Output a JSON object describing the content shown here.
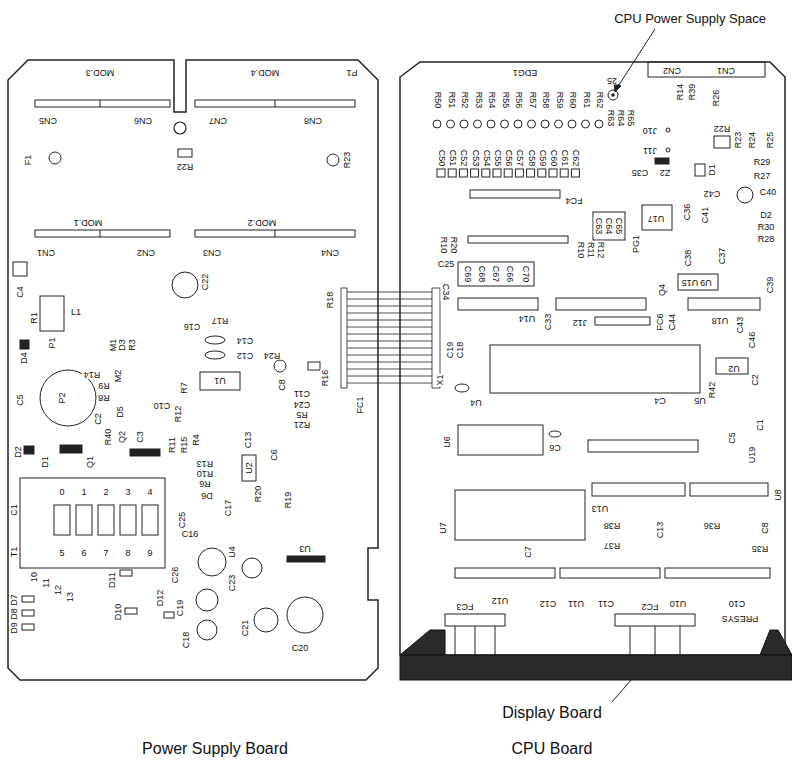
{
  "diagram": {
    "nodes": [
      {
        "text": [
          "Power Supply Board"
        ]
      },
      {
        "text": [
          "Display Board"
        ]
      },
      {
        "text": [
          "CPU Board"
        ]
      }
    ],
    "edges": [
      {
        "from": 0,
        "to": 2,
        "arrow": "none",
        "label": "FC1"
      }
    ],
    "labels": [
      "MOD.3",
      "MOD.4",
      "P1",
      "CN5",
      "CN6",
      "CN7",
      "CN8",
      "F1",
      "R22",
      "R23",
      "MOD.1",
      "MOD.2",
      "CN1",
      "CN2",
      "CN3",
      "CN4",
      "C4",
      "R1",
      "L1",
      "C22",
      "R18",
      "P1",
      "M1",
      "D3",
      "R3",
      "R17",
      "C16",
      "C14",
      "C12",
      "R24",
      "R14",
      "R9",
      "R8",
      "M2",
      "D4",
      "P2",
      "C5",
      "C2",
      "D5",
      "C10",
      "R7",
      "C8",
      "C11",
      "R16",
      "C24",
      "R5",
      "R21",
      "U1",
      "R12",
      "R40",
      "Q2",
      "C3",
      "R11",
      "R15",
      "R4",
      "C13",
      "U2",
      "C6",
      "D2",
      "D1",
      "Q1",
      "R13",
      "R10",
      "R6",
      "D6",
      "R20",
      "R19",
      "C17",
      "C25",
      "C16",
      "U4",
      "0",
      "1",
      "2",
      "3",
      "4",
      "5",
      "6",
      "7",
      "8",
      "9",
      "C1",
      "T1",
      "10",
      "11",
      "12",
      "13",
      "D11",
      "D7",
      "D8",
      "D9",
      "D10",
      "D12",
      "C26",
      "C19",
      "C18",
      "C21",
      "C23",
      "C20",
      "U3",
      "CPU Power Supply Space",
      "CN1",
      "CN2",
      "R14",
      "R39",
      "R26",
      "25",
      "J10",
      "J11",
      "R22",
      "R23",
      "R24",
      "R25",
      "EDG1",
      "R50",
      "R51",
      "R52",
      "R53",
      "R54",
      "R55",
      "R56",
      "R57",
      "R58",
      "R59",
      "R60",
      "R61",
      "R62",
      "R63",
      "R64",
      "R65",
      "C35",
      "Z2",
      "D1",
      "R29",
      "R27",
      "C40",
      "D2",
      "R30",
      "R28",
      "C42",
      "PG1",
      "U17",
      "C36",
      "C41",
      "FC4",
      "C50",
      "C51",
      "C52",
      "C53",
      "C54",
      "C55",
      "C56",
      "C57",
      "C58",
      "C59",
      "C60",
      "C61",
      "C62",
      "C63",
      "C64",
      "C65",
      "R10",
      "R20",
      "C25",
      "R10",
      "R11",
      "R12",
      "C69",
      "C68",
      "C67",
      "C66",
      "C70",
      "C34",
      "C38",
      "U15",
      "U9",
      "C37",
      "C39",
      "Q4",
      "U14",
      "C33",
      "J12",
      "FC6",
      "C44",
      "U18",
      "C43",
      "C46",
      "C19",
      "C18",
      "X1",
      "U4",
      "U2",
      "C2",
      "R42",
      "C4",
      "U5",
      "C1",
      "C5",
      "U19",
      "U6",
      "C6",
      "U7",
      "U8",
      "U13",
      "C13",
      "R38",
      "R37",
      "R36",
      "C8",
      "R35",
      "C7",
      "U12",
      "C12",
      "U11",
      "C11",
      "U10",
      "C10",
      "FC3",
      "FC2",
      "PRESYS"
    ]
  }
}
